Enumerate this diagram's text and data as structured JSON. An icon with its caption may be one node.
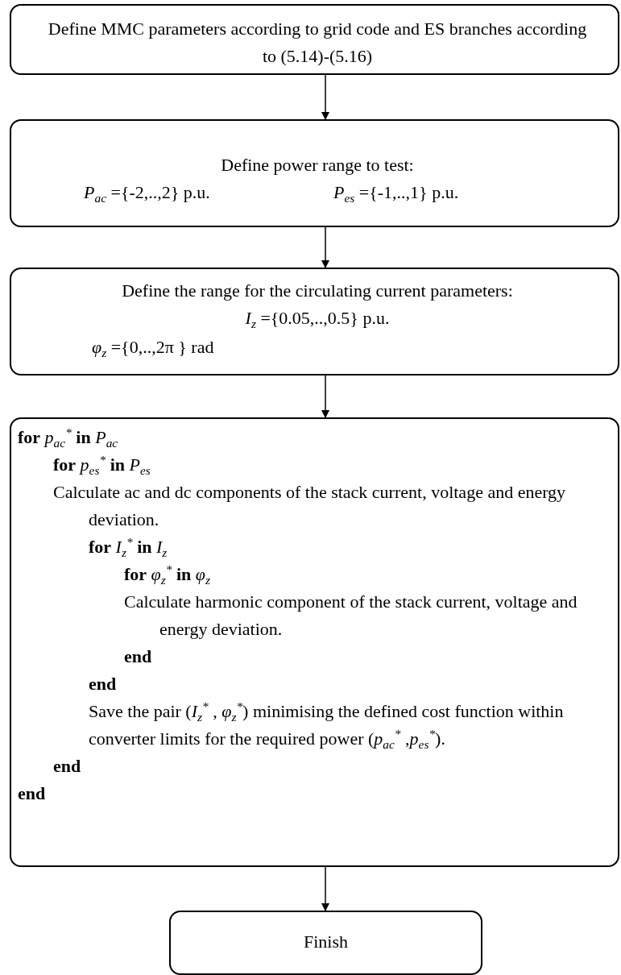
{
  "diagram": {
    "nodes": [
      {
        "text": [
          "Define MMC parameters according to grid code and ES branches according to (5.14)-(5.16)"
        ]
      },
      {
        "text": [
          "Define power range to test:",
          "*P*$_{ac}$ ={-2,..,2} p.u.",
          "*P*$_{es}$ ={-1,..,1} p.u."
        ]
      },
      {
        "text": [
          "Define the range for the circulating current parameters:",
          "*I*$_{z}$ ={0.05,..,0.5} p.u.",
          "*φ*$_{z}$ ={0,..,2π } rad"
        ]
      },
      {
        "text": [
          "**for** *p*$_{ac}$$^{*}$ **in** *P*$_{ac}$",
          "**for** *p*$_{es}$$^{*}$ **in** *P*$_{es}$",
          "Calculate ac and dc components of the stack current, voltage and energy deviation.",
          "**for** *I*$_{z}$$^{*}$ **in** *I*$_{z}$",
          "**for** *φ*$_{z}$$^{*}$ **in** *φ*$_{z}$",
          "Calculate harmonic component of the stack current, voltage and energy deviation.",
          "end",
          "end",
          "Save the pair (*I*$_{z}$$^{*}$ , *φ*$_{z}$$^{*}$) minimising the defined cost function within converter limits for the required power (*p*$_{ac}$$^{*}$ ,*p*$_{es}$$^{*}$).",
          "end",
          "end"
        ]
      },
      {
        "text": [
          "Finish"
        ]
      }
    ],
    "edges": [
      {
        "from": 0,
        "to": 1,
        "arrow": "to"
      },
      {
        "from": 1,
        "to": 2,
        "arrow": "to"
      },
      {
        "from": 2,
        "to": 3,
        "arrow": "to"
      },
      {
        "from": 3,
        "to": 4,
        "arrow": "to"
      }
    ]
  }
}
